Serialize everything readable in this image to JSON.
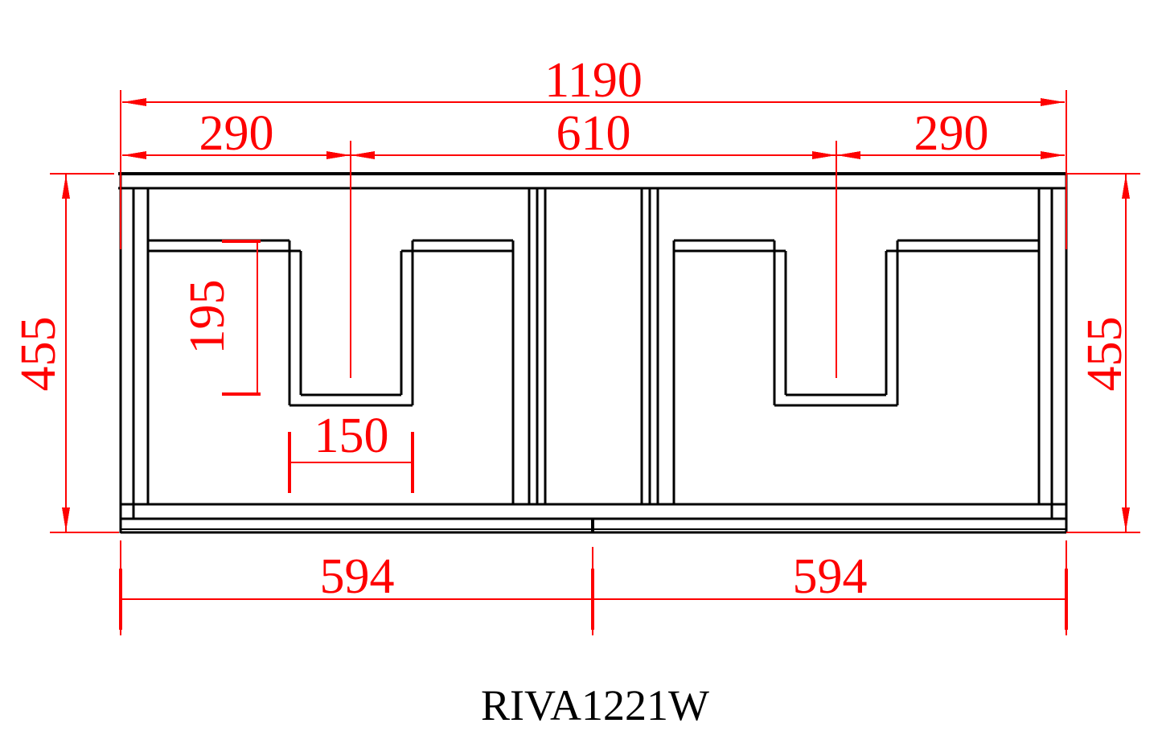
{
  "drawing": {
    "product_code": "RIVA1221W",
    "colors": {
      "outline": "#000000",
      "dimension": "#fe0000",
      "background": "#ffffff"
    },
    "dimensions": {
      "total_width": "1190",
      "left_handle_center": "290",
      "handle_center_spacing": "610",
      "right_handle_center": "290",
      "height_left": "455",
      "height_right": "455",
      "handle_recess_depth": "195",
      "handle_recess_width": "150",
      "left_section_width": "594",
      "right_section_width": "594"
    }
  }
}
